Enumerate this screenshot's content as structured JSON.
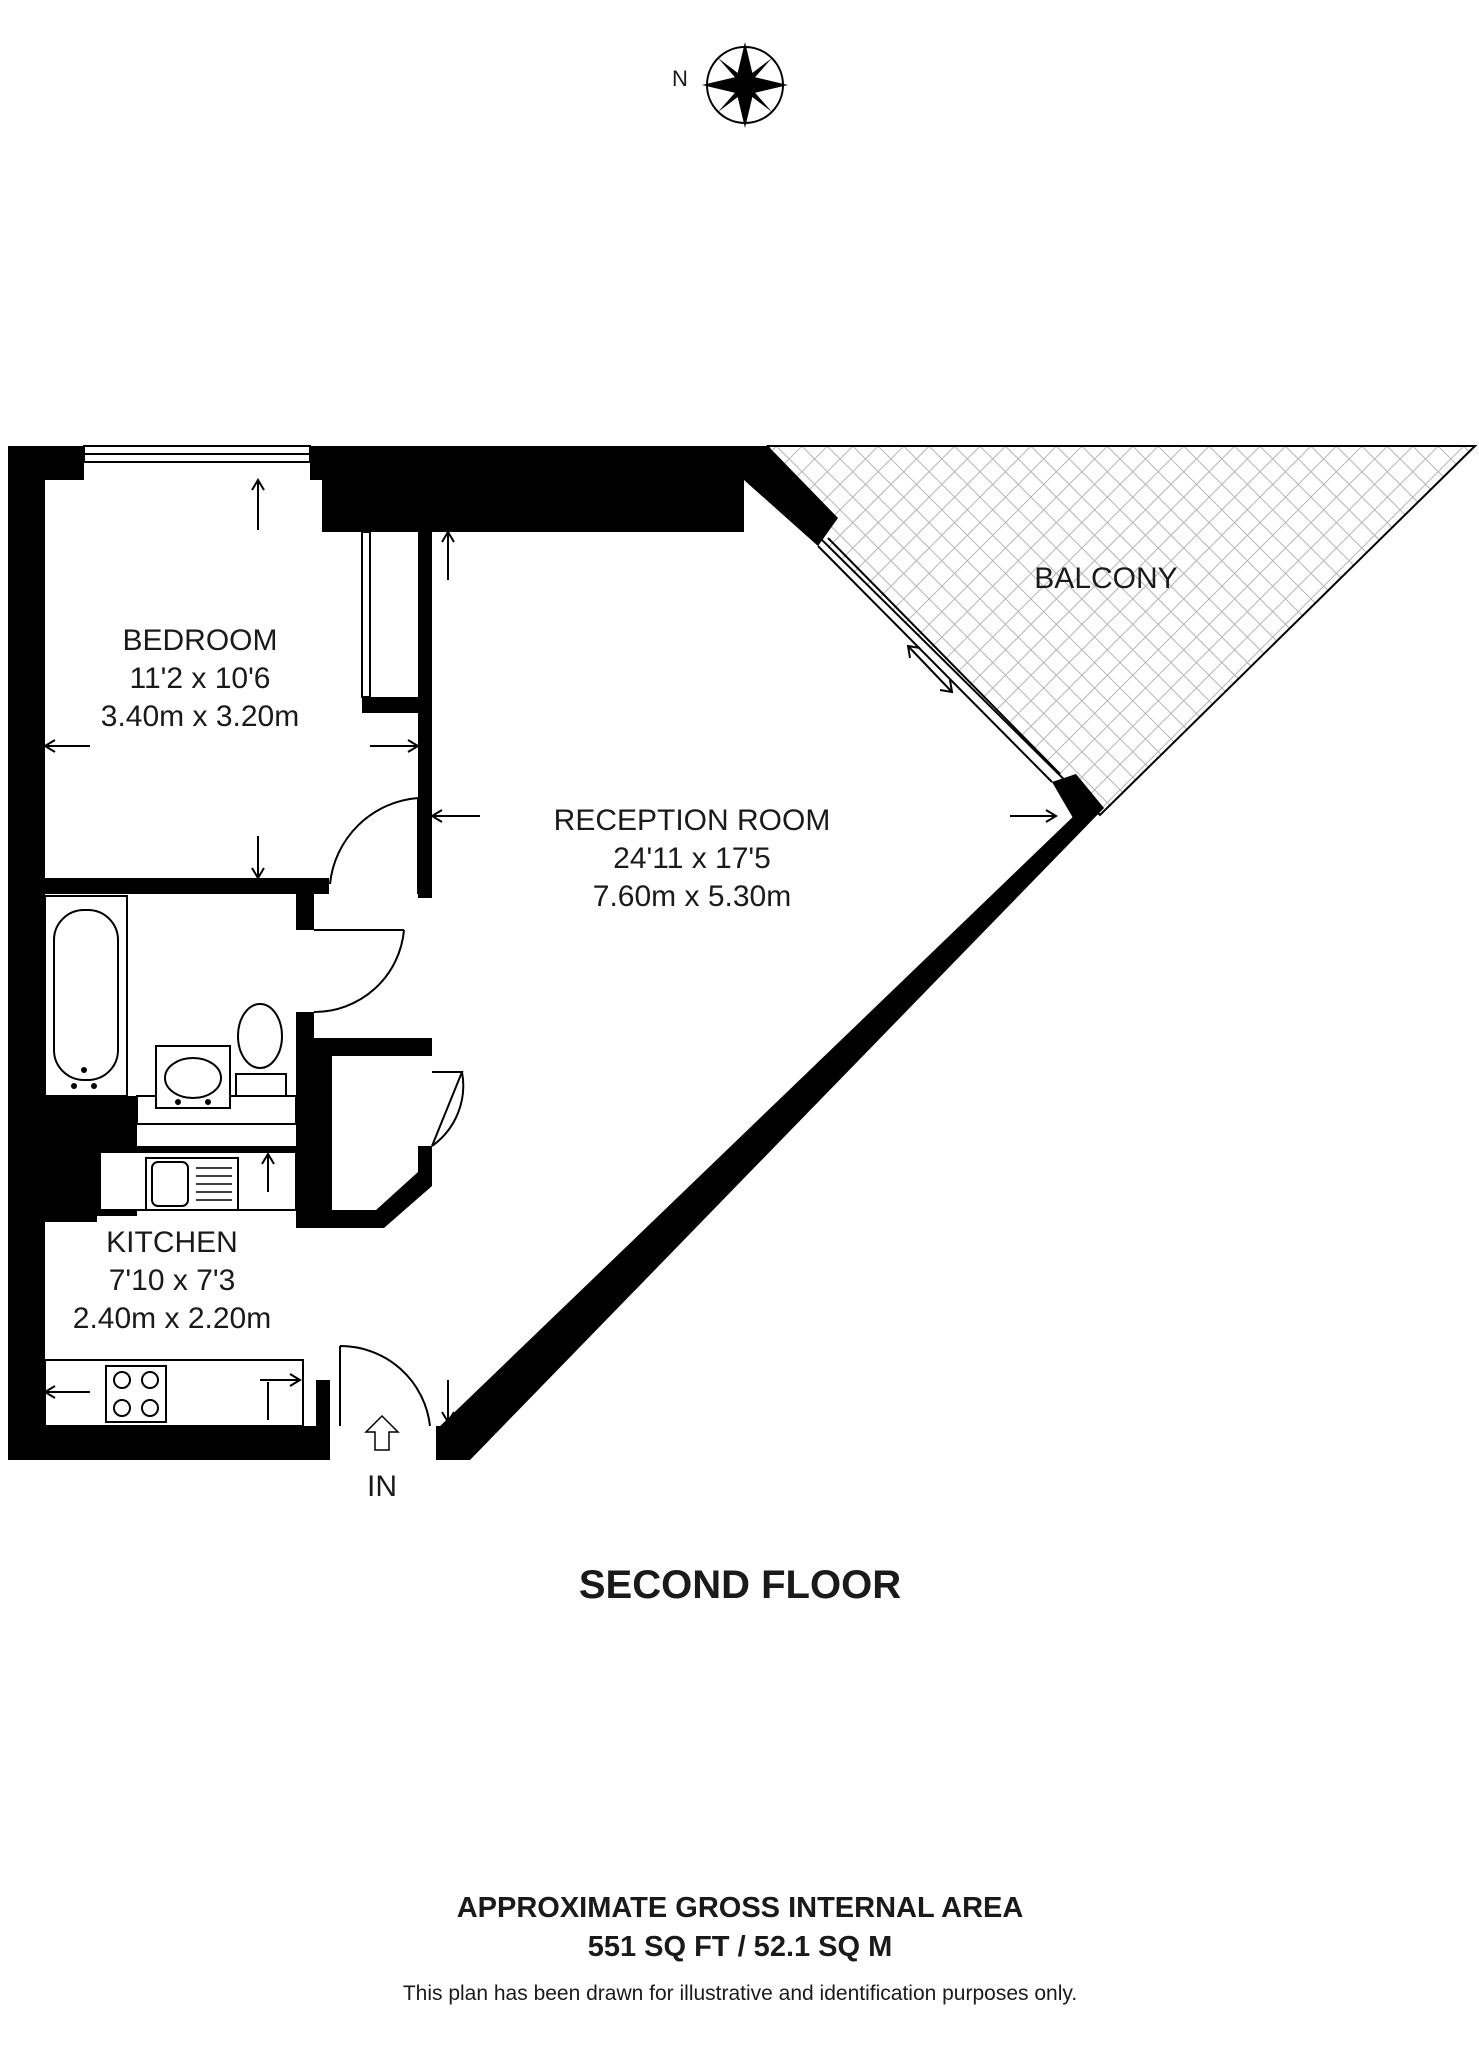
{
  "compass": {
    "north_label": "N"
  },
  "rooms": {
    "bedroom": {
      "name": "BEDROOM",
      "imperial": "11'2 x 10'6",
      "metric": "3.40m x 3.20m"
    },
    "reception": {
      "name": "RECEPTION ROOM",
      "imperial": "24'11 x 17'5",
      "metric": "7.60m x 5.30m"
    },
    "kitchen": {
      "name": "KITCHEN",
      "imperial": "7'10 x 7'3",
      "metric": "2.40m x 2.20m"
    },
    "balcony": {
      "name": "BALCONY"
    }
  },
  "entrance": {
    "label": "IN"
  },
  "floor": {
    "title": "SECOND FLOOR"
  },
  "area": {
    "heading": "APPROXIMATE GROSS INTERNAL AREA",
    "value": "551 SQ FT / 52.1 SQ M"
  },
  "disclaimer": "This plan has been drawn for illustrative and identification purposes only.",
  "colors": {
    "wall": "#000000",
    "grid": "#b5b5b5",
    "text": "#1a1a1a"
  }
}
